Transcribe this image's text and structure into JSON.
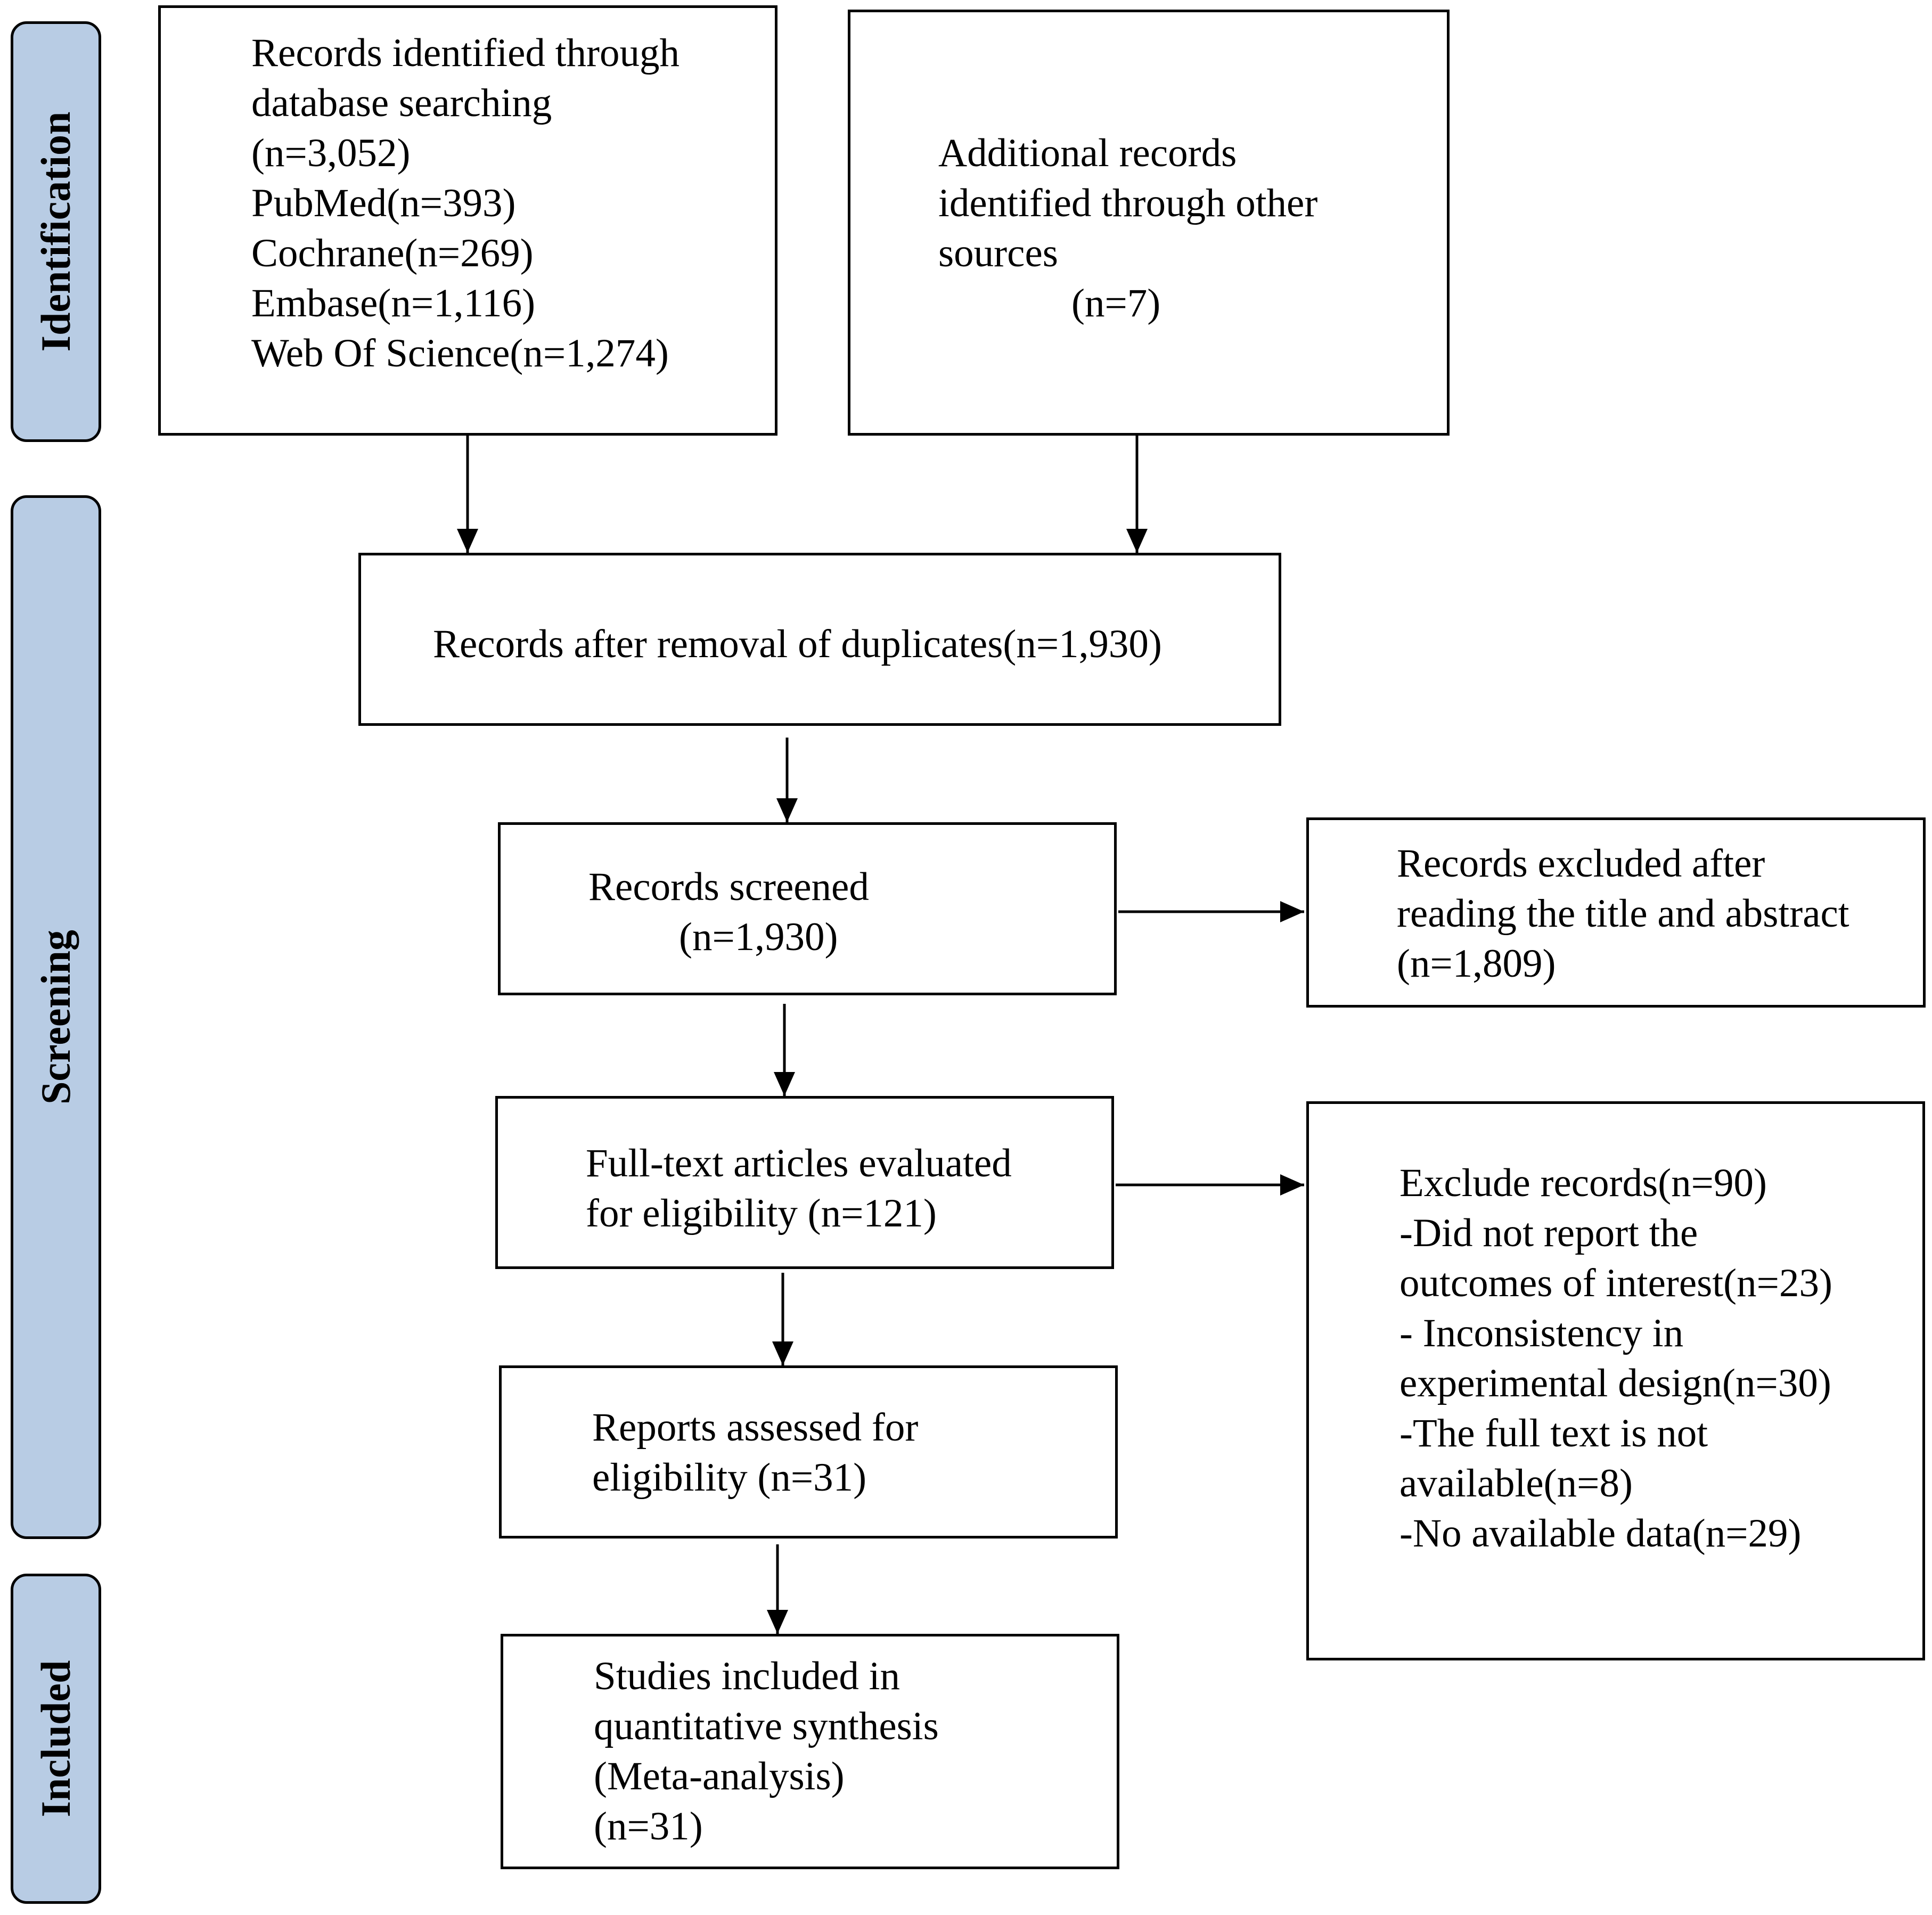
{
  "phases": {
    "identification": "Identification",
    "screening": "Screening",
    "included": "Included"
  },
  "boxes": {
    "database_search": {
      "lines": [
        "Records identified through",
        "database searching",
        "(n=3,052)",
        "PubMed(n=393)",
        "Cochrane(n=269)",
        "Embase(n=1,116)",
        "Web Of Science(n=1,274)"
      ]
    },
    "other_sources": {
      "lines": [
        "Additional records",
        "identified through other",
        "sources"
      ],
      "count": "(n=7)"
    },
    "after_duplicates": {
      "lines": [
        "Records after removal of duplicates(n=1,930)"
      ]
    },
    "screened": {
      "title": "Records screened",
      "count": "(n=1,930)"
    },
    "excluded_title_abstract": {
      "lines": [
        "Records excluded after",
        "reading the title and abstract",
        "(n=1,809)"
      ]
    },
    "full_text": {
      "lines": [
        "Full-text articles evaluated",
        "for eligibility (n=121)"
      ]
    },
    "excluded_full_text": {
      "lines": [
        "Exclude records(n=90)",
        "-Did not report the",
        "outcomes of interest(n=23)",
        "- Inconsistency in",
        "experimental design(n=30)",
        "-The full text is not",
        "available(n=8)",
        "-No available data(n=29)"
      ]
    },
    "reports_assessed": {
      "lines": [
        "Reports assessed for",
        "eligibility (n=31)"
      ]
    },
    "included_studies": {
      "lines": [
        "Studies included in",
        "quantitative synthesis",
        "(Meta-analysis)",
        "(n=31)"
      ]
    }
  },
  "colors": {
    "phase_fill": "#b8cce4",
    "line": "#000000",
    "box_fill": "#ffffff"
  }
}
